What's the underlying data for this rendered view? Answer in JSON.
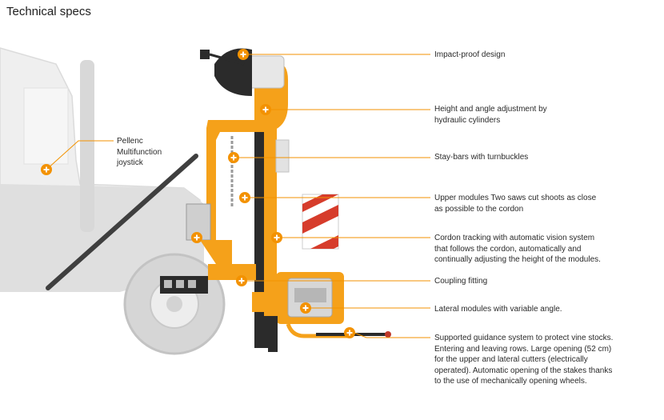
{
  "title": "Technical specs",
  "colors": {
    "accent": "#f39200",
    "machine": "#f5a11a",
    "dark": "#2b2b2b",
    "tractor": "#d9d9d9"
  },
  "callouts": [
    {
      "id": "impact",
      "text": "Impact-proof design"
    },
    {
      "id": "height",
      "text": "Height and angle adjustment by\nhydraulic cylinders"
    },
    {
      "id": "staybars",
      "text": "Stay-bars with turnbuckles"
    },
    {
      "id": "upper",
      "text": "Upper modules Two saws cut shoots as close\nas possible to the cordon"
    },
    {
      "id": "cordon",
      "text": "Cordon tracking with automatic vision system\nthat follows the cordon, automatically and\ncontinually adjusting the height of the modules."
    },
    {
      "id": "coupling",
      "text": "Coupling fitting"
    },
    {
      "id": "lateral",
      "text": "Lateral modules with variable angle."
    },
    {
      "id": "guidance",
      "text": "Supported guidance system to protect vine stocks.\nEntering and leaving rows. Large opening (52 cm)\nfor the upper and lateral cutters (electrically\noperated). Automatic opening of the stakes thanks\nto the use of mechanically opening wheels."
    },
    {
      "id": "joystick",
      "text": "Pellenc\nMultifunction\njoystick"
    }
  ],
  "icons": {
    "hotspot": "plus-circle-icon"
  }
}
